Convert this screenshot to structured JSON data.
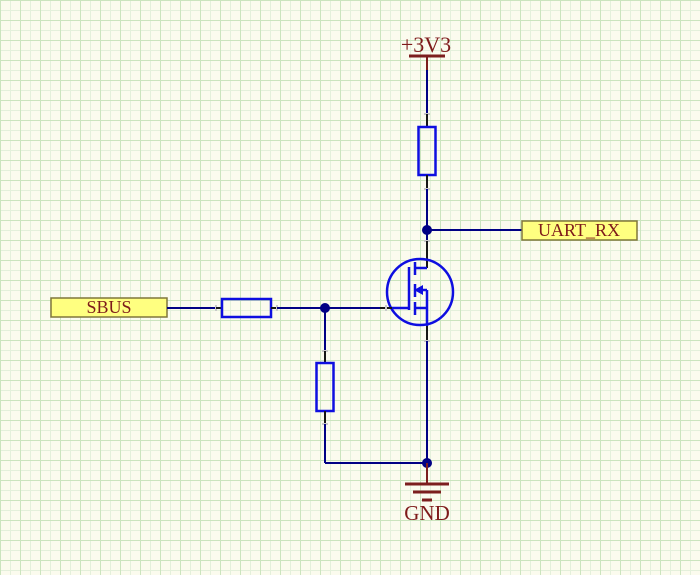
{
  "colors": {
    "canvas_bg": "#FBFBEE",
    "grid_minor": "#E4F0DB",
    "grid_major": "#CBE4BE",
    "wire": "#000084",
    "pin": "#161616",
    "symbol": "#0E0EE0",
    "net_text": "#7E1A1A",
    "power_symbol": "#7C1E1E",
    "label_fill": "#FFFF80",
    "label_border": "#80763B",
    "pin_end": "#C9C9C9"
  },
  "schematic": {
    "power_flag": {
      "name": "+3V3"
    },
    "ground_flag": {
      "name": "GND"
    },
    "net_labels": [
      {
        "name": "SBUS"
      },
      {
        "name": "UART_RX"
      }
    ],
    "components": [
      {
        "type": "resistor",
        "orientation": "vertical",
        "role": "pull-up-to-3v3"
      },
      {
        "type": "resistor",
        "orientation": "horizontal",
        "role": "series-input"
      },
      {
        "type": "resistor",
        "orientation": "vertical",
        "role": "pull-down"
      },
      {
        "type": "n-channel-mosfet",
        "role": "signal-inverter"
      }
    ]
  }
}
